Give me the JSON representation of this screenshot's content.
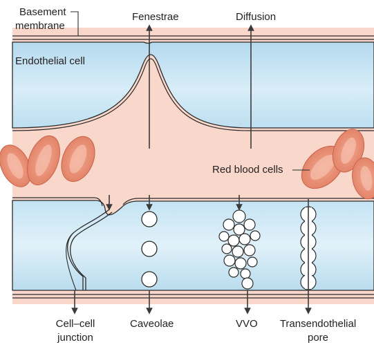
{
  "labels": {
    "basement_1": "Basement",
    "basement_2": "membrane",
    "fenestrae": "Fenestrae",
    "diffusion": "Diffusion",
    "endothelial": "Endothelial cell",
    "rbc": "Red blood cells",
    "cell_junction_1": "Cell–cell",
    "cell_junction_2": "junction",
    "caveolae": "Caveolae",
    "vvo": "VVO",
    "transendothelial_1": "Transendothelial",
    "transendothelial_2": "pore"
  },
  "colors": {
    "lumen": "#f9d7ca",
    "cell": "#bfe0f0",
    "cell_light": "#e4f3fa",
    "rbc": "#ec9278",
    "rbc_inner": "#f6c0ae",
    "stroke": "#2a2a2a",
    "arrow": "#3a3a3a"
  }
}
